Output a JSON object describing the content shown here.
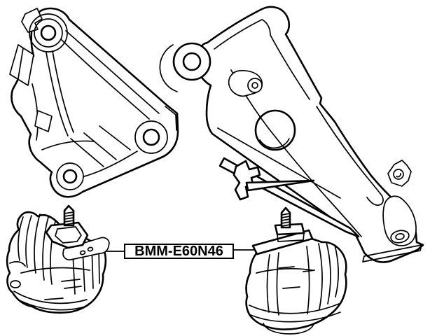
{
  "diagram": {
    "kind": "auto-parts-exploded-diagram",
    "background_color": "#ffffff",
    "line_color": "#000000",
    "part_label": {
      "text": "BMM-E60N46",
      "border_color": "#000000",
      "text_color": "#000000"
    },
    "figures": [
      {
        "id": "engine-bracket-front",
        "position": "top-left",
        "drawing": "triangular engine mounting bracket with three bolt bushings"
      },
      {
        "id": "engine-bracket-rear",
        "position": "top-right",
        "drawing": "long diagonal engine support arm bracket"
      },
      {
        "id": "engine-mount-left",
        "position": "bottom-left",
        "drawing": "rubber engine mount with threaded stud",
        "labeled_with": "BMM-E60N46"
      },
      {
        "id": "engine-mount-right",
        "position": "bottom-right",
        "drawing": "rubber engine mount with threaded stud",
        "labeled_with": "BMM-E60N46"
      }
    ]
  }
}
